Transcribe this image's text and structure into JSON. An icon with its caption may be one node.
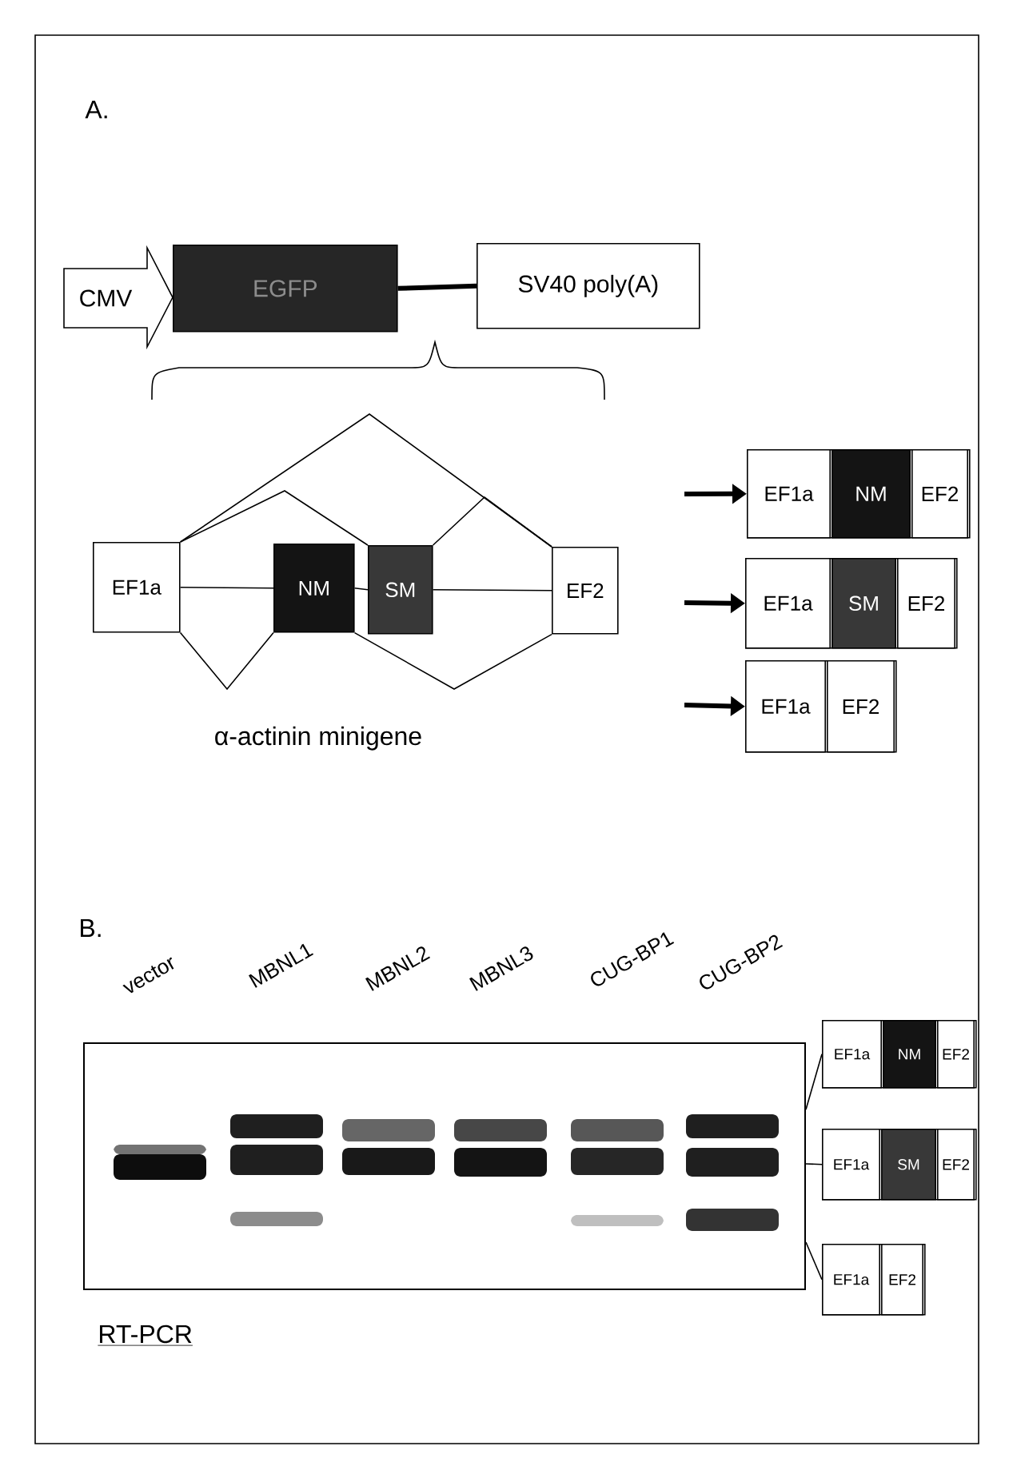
{
  "diagram": {
    "nodes": [
      {
        "text": [
          "CMV"
        ]
      },
      {
        "text": [
          "EGFP"
        ]
      },
      {
        "text": [
          "SV40 poly(A)"
        ]
      },
      {
        "text": [
          "EF1a"
        ]
      },
      {
        "text": [
          "NM"
        ]
      },
      {
        "text": [
          "SM"
        ]
      },
      {
        "text": [
          "EF2"
        ]
      },
      {
        "text": [],
        "shape": "box"
      },
      {
        "text": [
          "EF1a"
        ],
        "in": 7
      },
      {
        "text": [
          "NM"
        ],
        "in": 7
      },
      {
        "text": [
          "EF2"
        ],
        "in": 7
      },
      {
        "text": [],
        "shape": "box"
      },
      {
        "text": [
          "EF1a"
        ],
        "in": 11
      },
      {
        "text": [
          "SM"
        ],
        "in": 11
      },
      {
        "text": [
          "EF2"
        ],
        "in": 11
      },
      {
        "text": [],
        "shape": "box"
      },
      {
        "text": [
          "EF1a"
        ],
        "in": 15
      },
      {
        "text": [
          "EF2"
        ],
        "in": 15
      },
      {
        "text": [],
        "shape": "picture"
      },
      {
        "text": [],
        "shape": "box"
      },
      {
        "text": [
          "EF1a"
        ],
        "in": 19
      },
      {
        "text": [
          "NM"
        ],
        "in": 19
      },
      {
        "text": [
          "EF2"
        ],
        "in": 19
      },
      {
        "text": [],
        "shape": "box"
      },
      {
        "text": [
          "EF1a"
        ],
        "in": 23
      },
      {
        "text": [
          "SM"
        ],
        "in": 23
      },
      {
        "text": [
          "EF2"
        ],
        "in": 23
      },
      {
        "text": [],
        "shape": "box"
      },
      {
        "text": [
          "EF1a"
        ],
        "in": 27
      },
      {
        "text": [
          "EF2"
        ],
        "in": 27
      }
    ],
    "edges": [
      {
        "from": 1,
        "to": 2,
        "arrow": "none",
        "style": "thick"
      },
      {
        "from": 3,
        "to": 4,
        "arrow": "none"
      },
      {
        "from": 4,
        "to": 5,
        "arrow": "none"
      },
      {
        "from": 5,
        "to": 6,
        "arrow": "none"
      },
      {
        "from": 3,
        "to": 6,
        "arrow": "none"
      },
      {
        "from": 3,
        "to": 5,
        "arrow": "none"
      },
      {
        "from": 5,
        "to": 6,
        "arrow": "none"
      },
      {
        "from": 3,
        "to": 4,
        "arrow": "none"
      },
      {
        "from": 4,
        "to": 6,
        "arrow": "none"
      },
      {
        "from": null,
        "to": 7,
        "arrow": "to",
        "style": "thick"
      },
      {
        "from": null,
        "to": 11,
        "arrow": "to",
        "style": "thick"
      },
      {
        "from": null,
        "to": 15,
        "arrow": "to",
        "style": "thick"
      },
      {
        "from": 19,
        "to": 18,
        "arrow": "none"
      },
      {
        "from": 23,
        "to": 18,
        "arrow": "none"
      },
      {
        "from": 27,
        "to": 18,
        "arrow": "none"
      }
    ],
    "labels": [
      "A.",
      "α-actinin minigene",
      "B.",
      "vector",
      "MBNL1",
      "MBNL2",
      "MBNL3",
      "CUG-BP1",
      "CUG-BP2",
      "RT-PCR"
    ]
  }
}
